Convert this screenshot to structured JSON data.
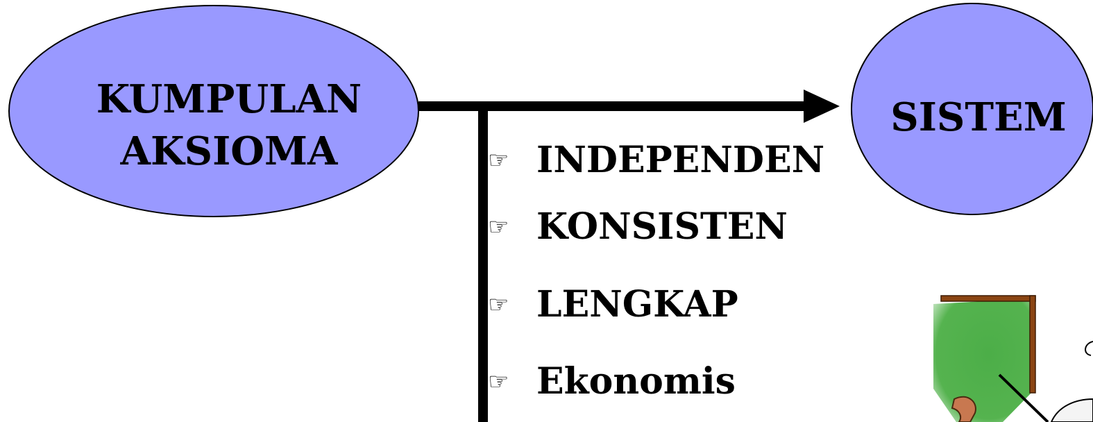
{
  "nodes": {
    "source": {
      "line1": "KUMPULAN",
      "line2": "AKSIOMA"
    },
    "target": {
      "label": "SISTEM"
    }
  },
  "bullets": [
    {
      "icon": "pointing-hand-icon",
      "glyph": "☞",
      "label": "INDEPENDEN"
    },
    {
      "icon": "pointing-hand-icon",
      "glyph": "☞",
      "label": "KONSISTEN"
    },
    {
      "icon": "pointing-hand-icon",
      "glyph": "☞",
      "label": "LENGKAP"
    },
    {
      "icon": "pointing-hand-icon",
      "glyph": "☞",
      "label": "Ekonomis"
    }
  ],
  "colors": {
    "node_fill": "#9999ff",
    "node_stroke": "#000000",
    "arrow": "#000000",
    "board_green": "#4caf50",
    "board_frame": "#8b4513"
  },
  "clipart": {
    "icon": "teacher-at-blackboard-icon"
  }
}
